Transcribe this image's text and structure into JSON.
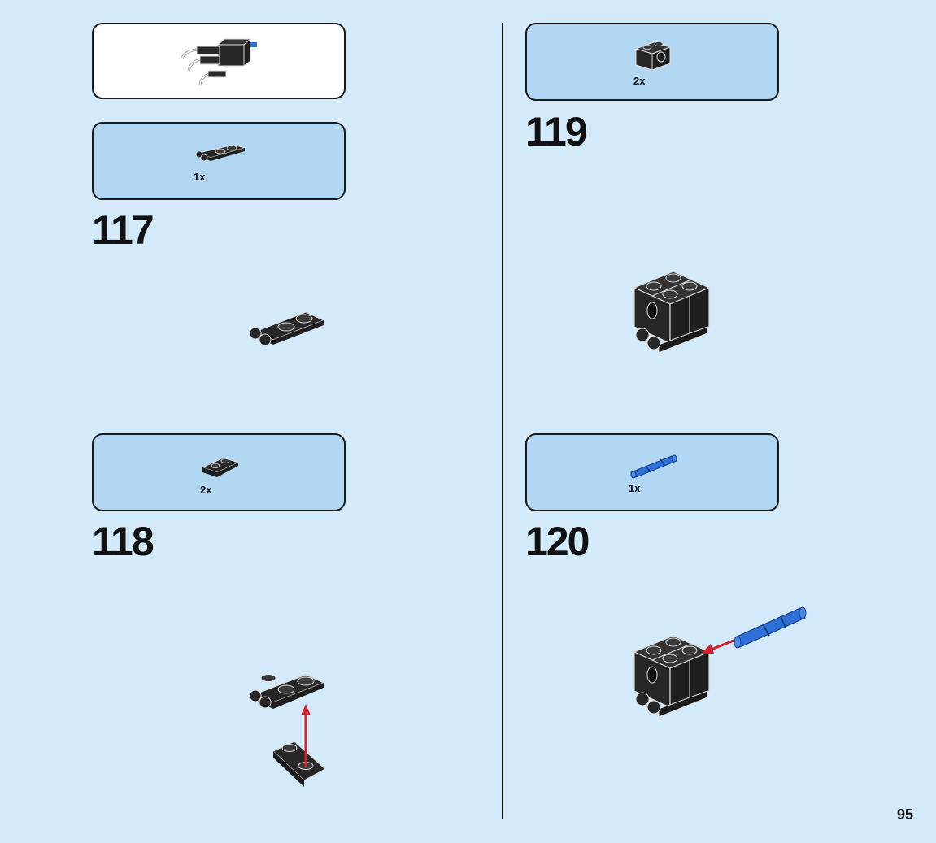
{
  "steps": [
    {
      "number": "117",
      "part_quantity": "1x",
      "part": "black-plate-with-clip-icon"
    },
    {
      "number": "118",
      "part_quantity": "2x",
      "part": "black-plate-modified-icon"
    },
    {
      "number": "119",
      "part_quantity": "2x",
      "part": "black-technic-brick-icon"
    },
    {
      "number": "120",
      "part_quantity": "1x",
      "part": "blue-technic-pin-icon"
    }
  ],
  "page": {
    "number": "95"
  },
  "colors": {
    "background": "#d3eafa",
    "parts_panel": "#b2d7f2",
    "arrow": "#d3202a",
    "pin": "#2e6fd8",
    "part": "#262626"
  }
}
